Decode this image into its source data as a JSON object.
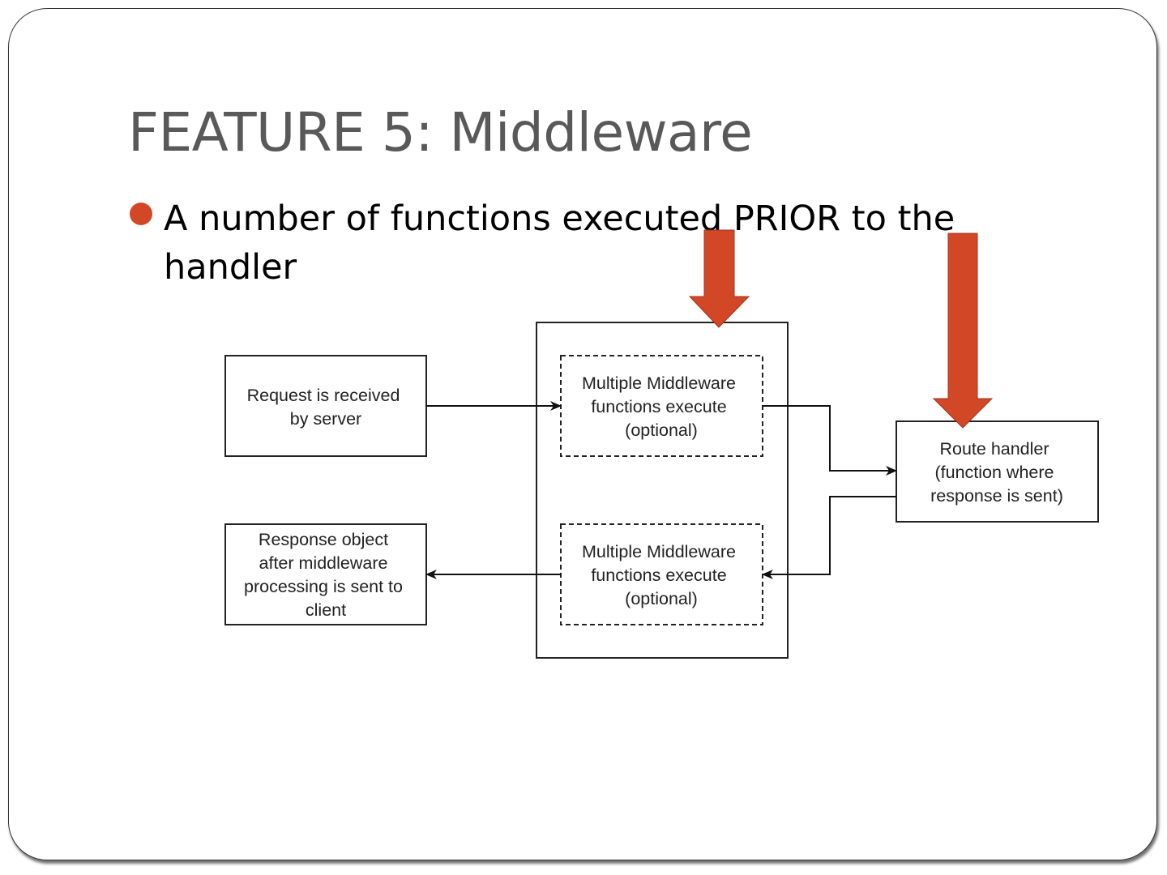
{
  "slide": {
    "title": "FEATURE 5: Middleware",
    "bullet": "A number of functions executed PRIOR to the handler",
    "accent_color": "#D24726"
  },
  "diagram": {
    "request_box": [
      "Request is received",
      "by server"
    ],
    "middleware_top": [
      "Multiple Middleware",
      "functions execute",
      "(optional)"
    ],
    "middleware_bottom": [
      "Multiple Middleware",
      "functions execute",
      "(optional)"
    ],
    "route_handler": [
      "Route handler",
      "(function where",
      "response is sent)"
    ],
    "response_box": [
      "Response object",
      "after middleware",
      "processing is sent to",
      "client"
    ],
    "callout_arrows": [
      "middleware-callout-arrow",
      "route-handler-callout-arrow"
    ]
  }
}
